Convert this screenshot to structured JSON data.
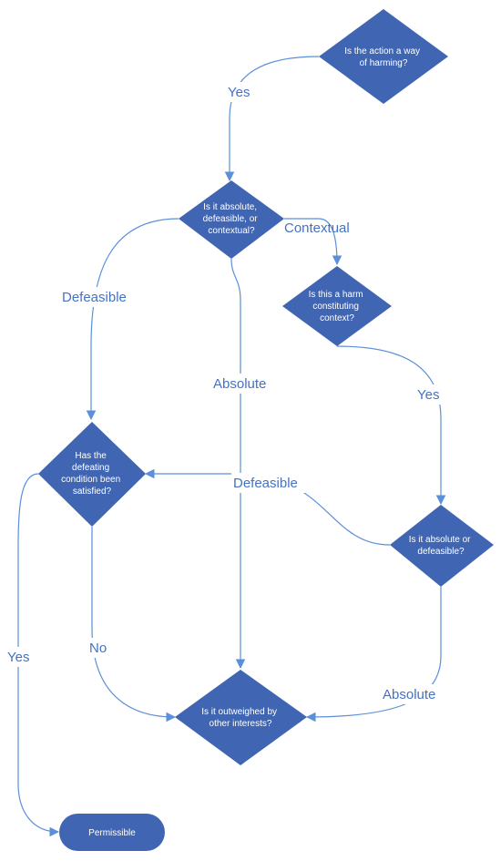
{
  "colors": {
    "node_fill": "#4066b3",
    "edge": "#5b8fd9",
    "edge_label": "#4472c4",
    "node_text": "#ffffff",
    "background": "#ffffff"
  },
  "nodes": {
    "harming": {
      "shape": "diamond",
      "lines": [
        "Is the action a way",
        "of harming?"
      ]
    },
    "type1": {
      "shape": "diamond",
      "lines": [
        "Is it absolute,",
        "defeasible, or",
        "contextual?"
      ]
    },
    "harm_context": {
      "shape": "diamond",
      "lines": [
        "Is this a harm",
        "constituting",
        "context?"
      ]
    },
    "defeating": {
      "shape": "diamond",
      "lines": [
        "Has the",
        "defeating",
        "condition been",
        "satisfied?"
      ]
    },
    "type2": {
      "shape": "diamond",
      "lines": [
        "Is it absolute or",
        "defeasible?"
      ]
    },
    "outweighed": {
      "shape": "diamond",
      "lines": [
        "Is it outweighed by",
        "other interests?"
      ]
    },
    "permissible": {
      "shape": "rounded-rect",
      "lines": [
        "Permissible"
      ]
    }
  },
  "edges": {
    "harming_to_type1": "Yes",
    "type1_to_context": "Contextual",
    "type1_to_defeating": "Defeasible",
    "type1_to_outweighed": "Absolute",
    "context_to_type2": "Yes",
    "type2_to_defeating": "Defeasible",
    "type2_to_outweighed": "Absolute",
    "defeating_to_outweighed": "No",
    "defeating_to_permissible": "Yes"
  }
}
